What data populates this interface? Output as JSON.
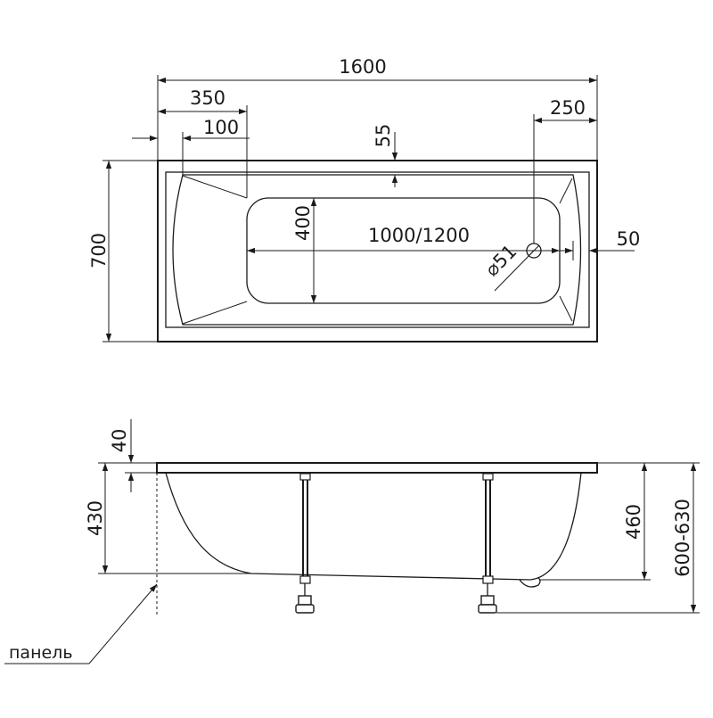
{
  "top_view": {
    "overall_length": "1600",
    "offset_350": "350",
    "offset_100": "100",
    "offset_55": "55",
    "offset_250": "250",
    "overall_width": "700",
    "inner_width": "400",
    "inner_length": "1000/1200",
    "drain_diameter": "⌀51",
    "offset_50": "50"
  },
  "side_view": {
    "rim_height": "40",
    "depth": "430",
    "bowl_height": "460",
    "total_height": "600-630",
    "panel_label": "панель"
  },
  "colors": {
    "line": "#1a1a1a",
    "background": "#ffffff"
  }
}
